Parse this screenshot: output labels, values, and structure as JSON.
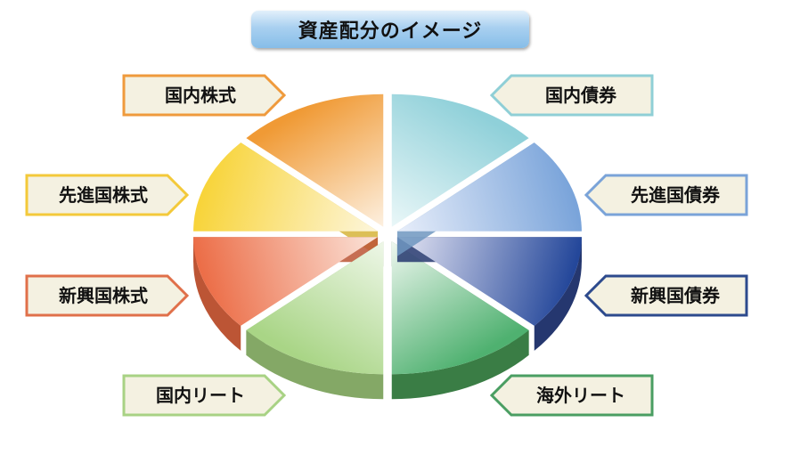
{
  "title": "資産配分のイメージ",
  "labels": [
    {
      "text": "国内株式",
      "side": "left",
      "color": "#ef9a3c"
    },
    {
      "text": "先進国株式",
      "side": "left",
      "color": "#f3c93a"
    },
    {
      "text": "新興国株式",
      "side": "left",
      "color": "#e0704a"
    },
    {
      "text": "国内リート",
      "side": "left",
      "color": "#a8d284"
    },
    {
      "text": "国内債券",
      "side": "right",
      "color": "#8fcfd6"
    },
    {
      "text": "先進国債券",
      "side": "right",
      "color": "#7aa3d8"
    },
    {
      "text": "新興国債券",
      "side": "right",
      "color": "#2d4a8d"
    },
    {
      "text": "海外リート",
      "side": "right",
      "color": "#4a9e62"
    }
  ]
}
